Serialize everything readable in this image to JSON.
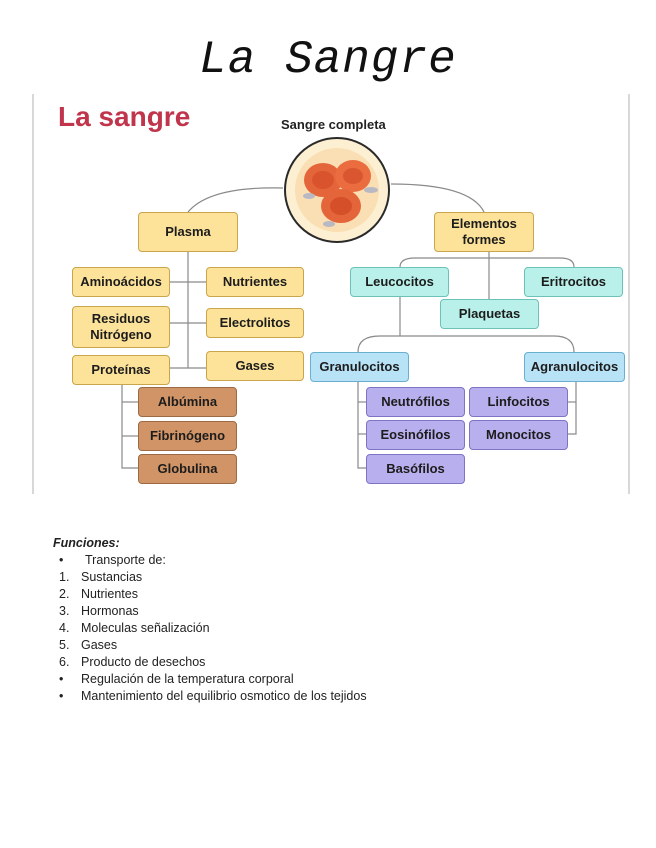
{
  "page": {
    "title": "La Sangre"
  },
  "figure": {
    "title": "La sangre",
    "top_label": "Sangre completa",
    "plasma": {
      "label": "Plasma",
      "components": [
        "Aminoácidos",
        "Nutrientes",
        "Residuos Nitrógeno",
        "Electrolitos",
        "Proteínas",
        "Gases"
      ],
      "proteins": [
        "Albúmina",
        "Fibrinógeno",
        "Globulina"
      ]
    },
    "elements": {
      "label": "Elementos formes",
      "types": [
        "Leucocitos",
        "Eritrocitos",
        "Plaquetas"
      ],
      "leucocyte_groups": [
        "Granulocitos",
        "Agranulocitos"
      ],
      "granulocytes": [
        "Neutrófilos",
        "Eosinófilos",
        "Basófilos"
      ],
      "agranulocytes": [
        "Linfocitos",
        "Monocitos"
      ]
    },
    "colors": {
      "title": "#c0354c",
      "plasma_boxes": "#fde39a",
      "protein_boxes": "#d19466",
      "element_boxes": "#b9f1ea",
      "leucocyte_group_boxes": "#b8e2f6",
      "cell_boxes": "#b8b0ee"
    }
  },
  "functions": {
    "heading": "Funciones:",
    "items": [
      {
        "marker": "•",
        "text": "Transporte de:"
      },
      {
        "marker": "1.",
        "text": "Sustancias"
      },
      {
        "marker": "2.",
        "text": "Nutrientes"
      },
      {
        "marker": "3.",
        "text": "Hormonas"
      },
      {
        "marker": "4.",
        "text": "Moleculas señalización"
      },
      {
        "marker": "5.",
        "text": "Gases"
      },
      {
        "marker": "6.",
        "text": "Producto de desechos"
      },
      {
        "marker": "•",
        "text": "Regulación de la temperatura corporal"
      },
      {
        "marker": "•",
        "text": "Mantenimiento del equilibrio osmotico de los tejidos"
      }
    ]
  }
}
